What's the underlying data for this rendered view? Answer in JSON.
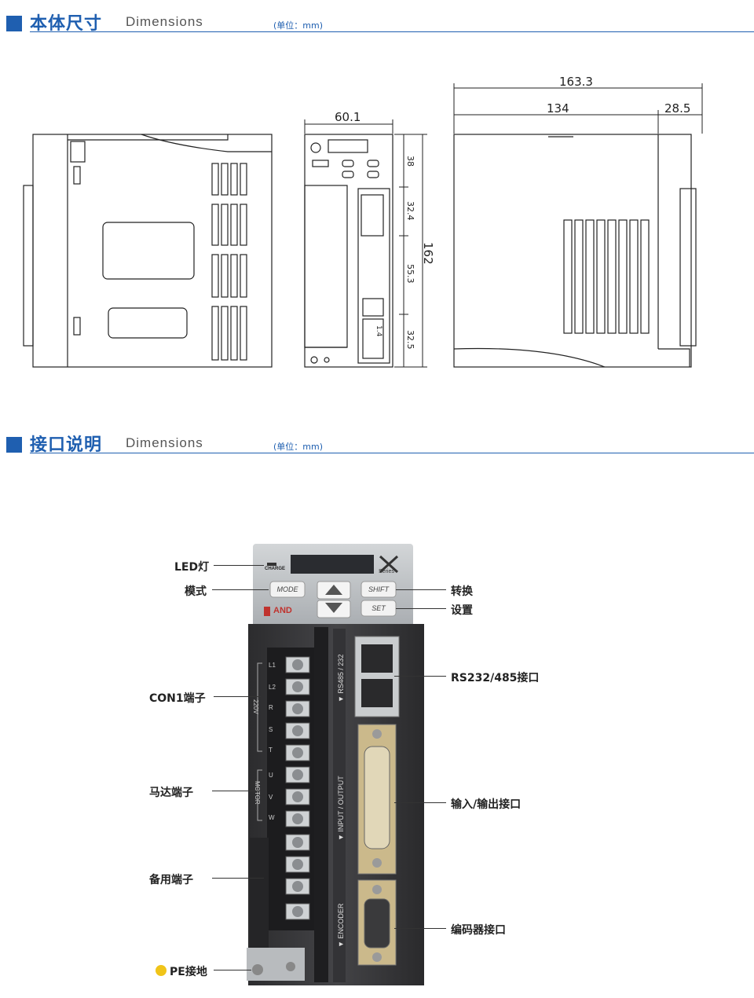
{
  "section1": {
    "title_cn": "本体尺寸",
    "title_en": "Dimensions",
    "unit": "(单位：mm)"
  },
  "section2": {
    "title_cn": "接口说明",
    "title_en": "Dimensions",
    "unit": "(单位：mm)"
  },
  "dimensions": {
    "front_width": "60.1",
    "total_height": "162",
    "seg_1": "38",
    "seg_2": "32.4",
    "seg_3": "55.3",
    "seg_4": "32.5",
    "small": "1.4",
    "depth_total": "163.3",
    "depth_body": "134",
    "depth_front": "28.5"
  },
  "panel": {
    "charge": "CHARGE",
    "brand": "AND",
    "series_mark": "X",
    "series_text": "Series",
    "mode_btn": "MODE",
    "shift_btn": "SHIFT",
    "set_btn": "SET",
    "port_rs": "▼ RS485 / 232",
    "port_io": "▼ INPUT / OUTPUT",
    "port_enc": "▼ ENCODER",
    "term_labels": [
      "L1",
      "L2",
      "R",
      "S",
      "T",
      "U",
      "V",
      "W"
    ],
    "volt": "220V",
    "motor": "MOTOR"
  },
  "callouts": {
    "led": "LED灯",
    "mode": "模式",
    "con1": "CON1端子",
    "motor": "马达端子",
    "spare": "备用端子",
    "pe": "PE接地",
    "shift": "转换",
    "set": "设置",
    "rs": "RS232/485接口",
    "io": "输入/输出接口",
    "enc": "编码器接口"
  },
  "colors": {
    "accent": "#1f5fb0",
    "housing": "#3a3a3c",
    "panel": "#b9bcbf"
  }
}
